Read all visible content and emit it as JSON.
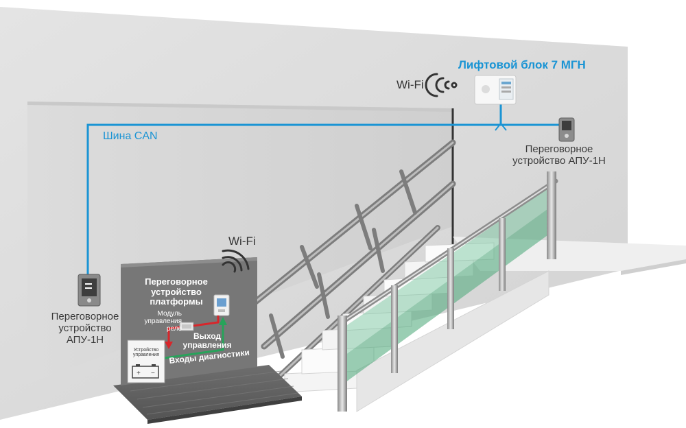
{
  "labels": {
    "lift_block": "Лифтовой блок 7 МГН",
    "can_bus": "Шина CAN",
    "wifi_top": "Wi-Fi",
    "wifi_platform": "Wi-Fi",
    "intercom_right_line1": "Переговорное",
    "intercom_right_line2": "устройство АПУ-1Н",
    "intercom_left_line1": "Переговорное",
    "intercom_left_line2": "устройство",
    "intercom_left_line3": "АПУ-1Н",
    "platform_intercom_line1": "Переговорное",
    "platform_intercom_line2": "устройство",
    "platform_intercom_line3": "платформы",
    "relay_module_line1": "Модуль",
    "relay_module_line2": "управления",
    "relay_module_line3": "реле",
    "control_output_line1": "Выход",
    "control_output_line2": "управления",
    "diagnostic_inputs": "Входы диагностики",
    "control_device_line1": "Устройство",
    "control_device_line2": "управления"
  },
  "colors": {
    "can_bus": "#1a94d4",
    "output_arrow": "#d8262b",
    "diagnostic_arrow": "#27a35a",
    "glass": "#6fc49a"
  },
  "icons": [
    "wifi-icon",
    "battery-icon"
  ]
}
